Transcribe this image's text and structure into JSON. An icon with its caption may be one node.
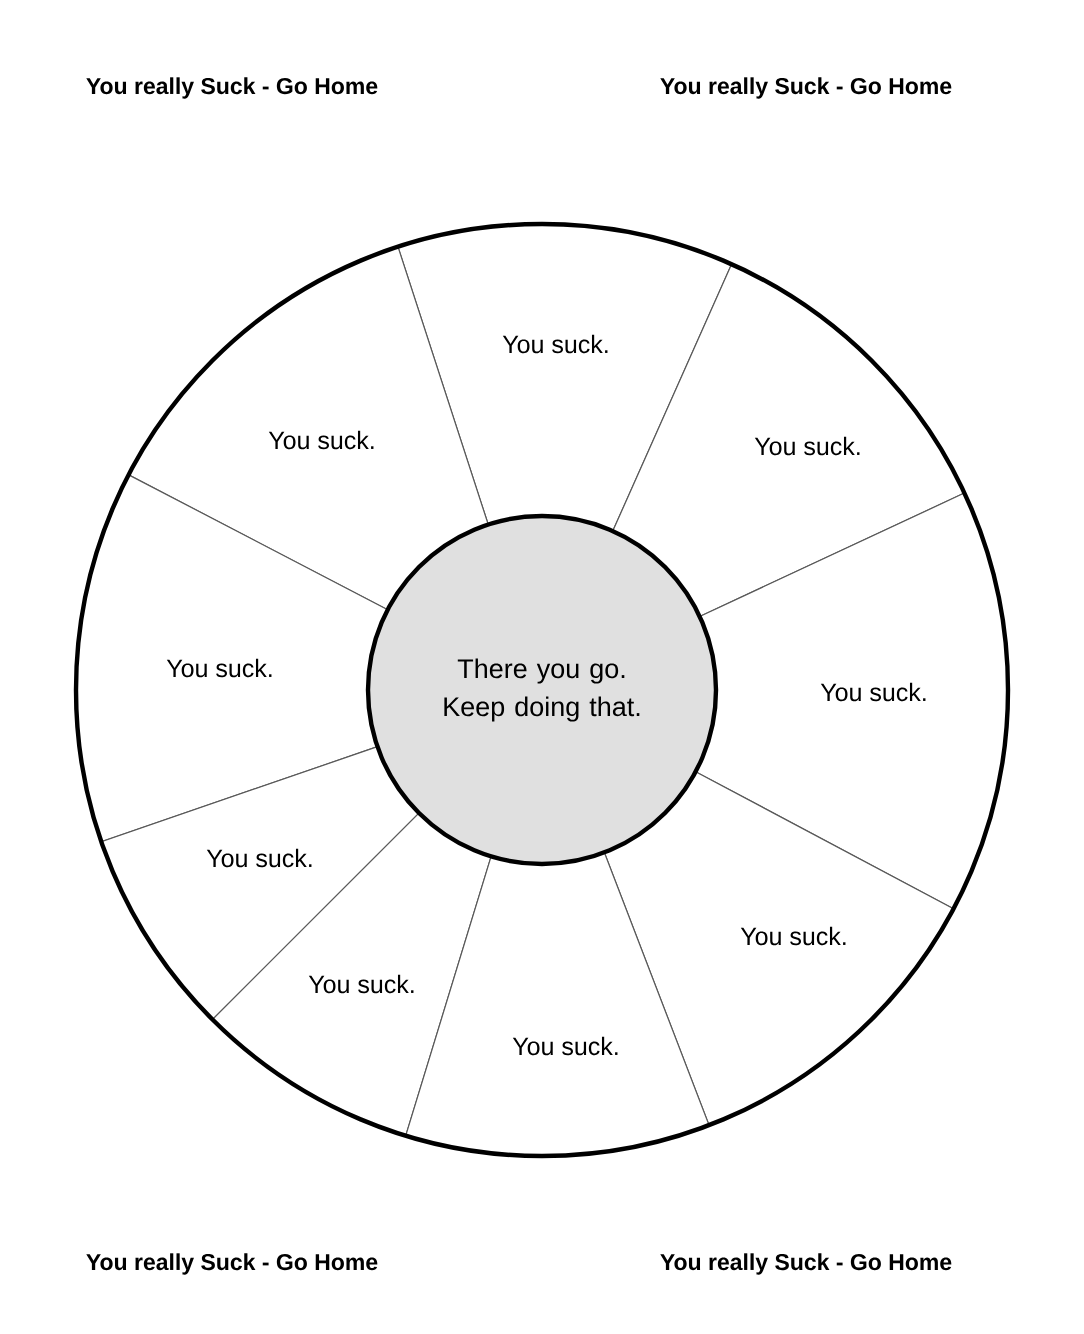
{
  "diagram": {
    "nodes": [
      {
        "text": [
          "You suck."
        ]
      },
      {
        "text": [
          "You suck."
        ]
      },
      {
        "text": [
          "You suck."
        ]
      },
      {
        "text": [
          "You suck."
        ]
      },
      {
        "text": [
          "You suck."
        ]
      },
      {
        "text": [
          "You suck."
        ]
      },
      {
        "text": [
          "You suck."
        ]
      },
      {
        "text": [
          "You suck."
        ]
      },
      {
        "text": [
          "You suck."
        ]
      },
      {
        "text": [
          "There you go. Keep doing that."
        ]
      }
    ],
    "labels": [
      "You really Suck - Go Home",
      "You really Suck - Go Home",
      "You really Suck - Go Home",
      "You really Suck - Go Home"
    ]
  }
}
